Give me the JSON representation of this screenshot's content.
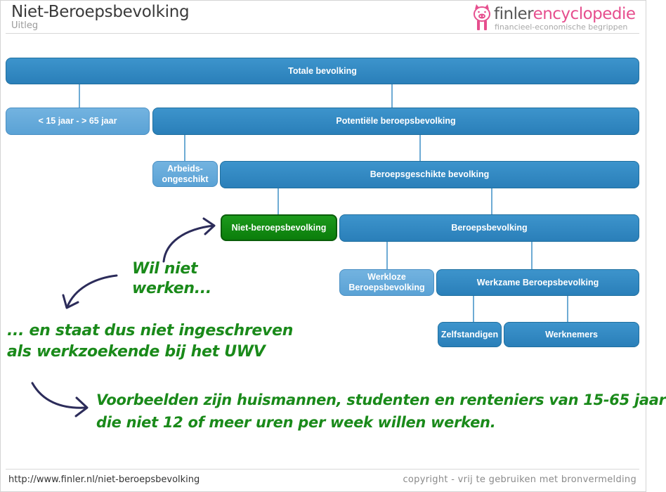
{
  "header": {
    "title": "Niet-Beroepsbevolking",
    "subtitle": "Uitleg"
  },
  "logo": {
    "word_main": "finler",
    "word_accent": "encyclopedie",
    "tagline": "financieel-economische begrippen",
    "icon": "pig-icon",
    "accent_color": "#e64f8e"
  },
  "diagram": {
    "totale": "Totale bevolking",
    "jonger_ouder": "< 15 jaar - > 65 jaar",
    "potentiele": "Potentiële beroepsbevolking",
    "arbeidsongeschikt_1": "Arbeids-",
    "arbeidsongeschikt_2": "ongeschikt",
    "beroepsgeschikte": "Beroepsgeschikte bevolking",
    "niet_beroeps": "Niet-beroepsbevolking",
    "beroeps": "Beroepsbevolking",
    "werkloze_1": "Werkloze",
    "werkloze_2": "Beroepsbevolking",
    "werkzame": "Werkzame Beroepsbevolking",
    "zelfstandigen": "Zelfstandigen",
    "werknemers": "Werknemers"
  },
  "notes": {
    "wil_1": "Wil niet",
    "wil_2": "werken...",
    "staat_1": "... en staat dus niet ingeschreven",
    "staat_2": "als werkzoekende bij het UWV",
    "voorbeeld_1": "Voorbeelden zijn huismannen, studenten en renteniers van 15-65 jaar",
    "voorbeeld_2": "die niet 12 of meer uren per week willen werken."
  },
  "footer": {
    "url": "http://www.finler.nl/niet-beroepsbevolking",
    "copyright": "copyright - vrij te gebruiken met bronvermelding"
  },
  "colors": {
    "box_blue": "#2f86bf",
    "box_light_blue": "#64a9d9",
    "highlight_green": "#0f830f",
    "note_green": "#1a8a1a",
    "arrow_navy": "#2c2c5a"
  }
}
